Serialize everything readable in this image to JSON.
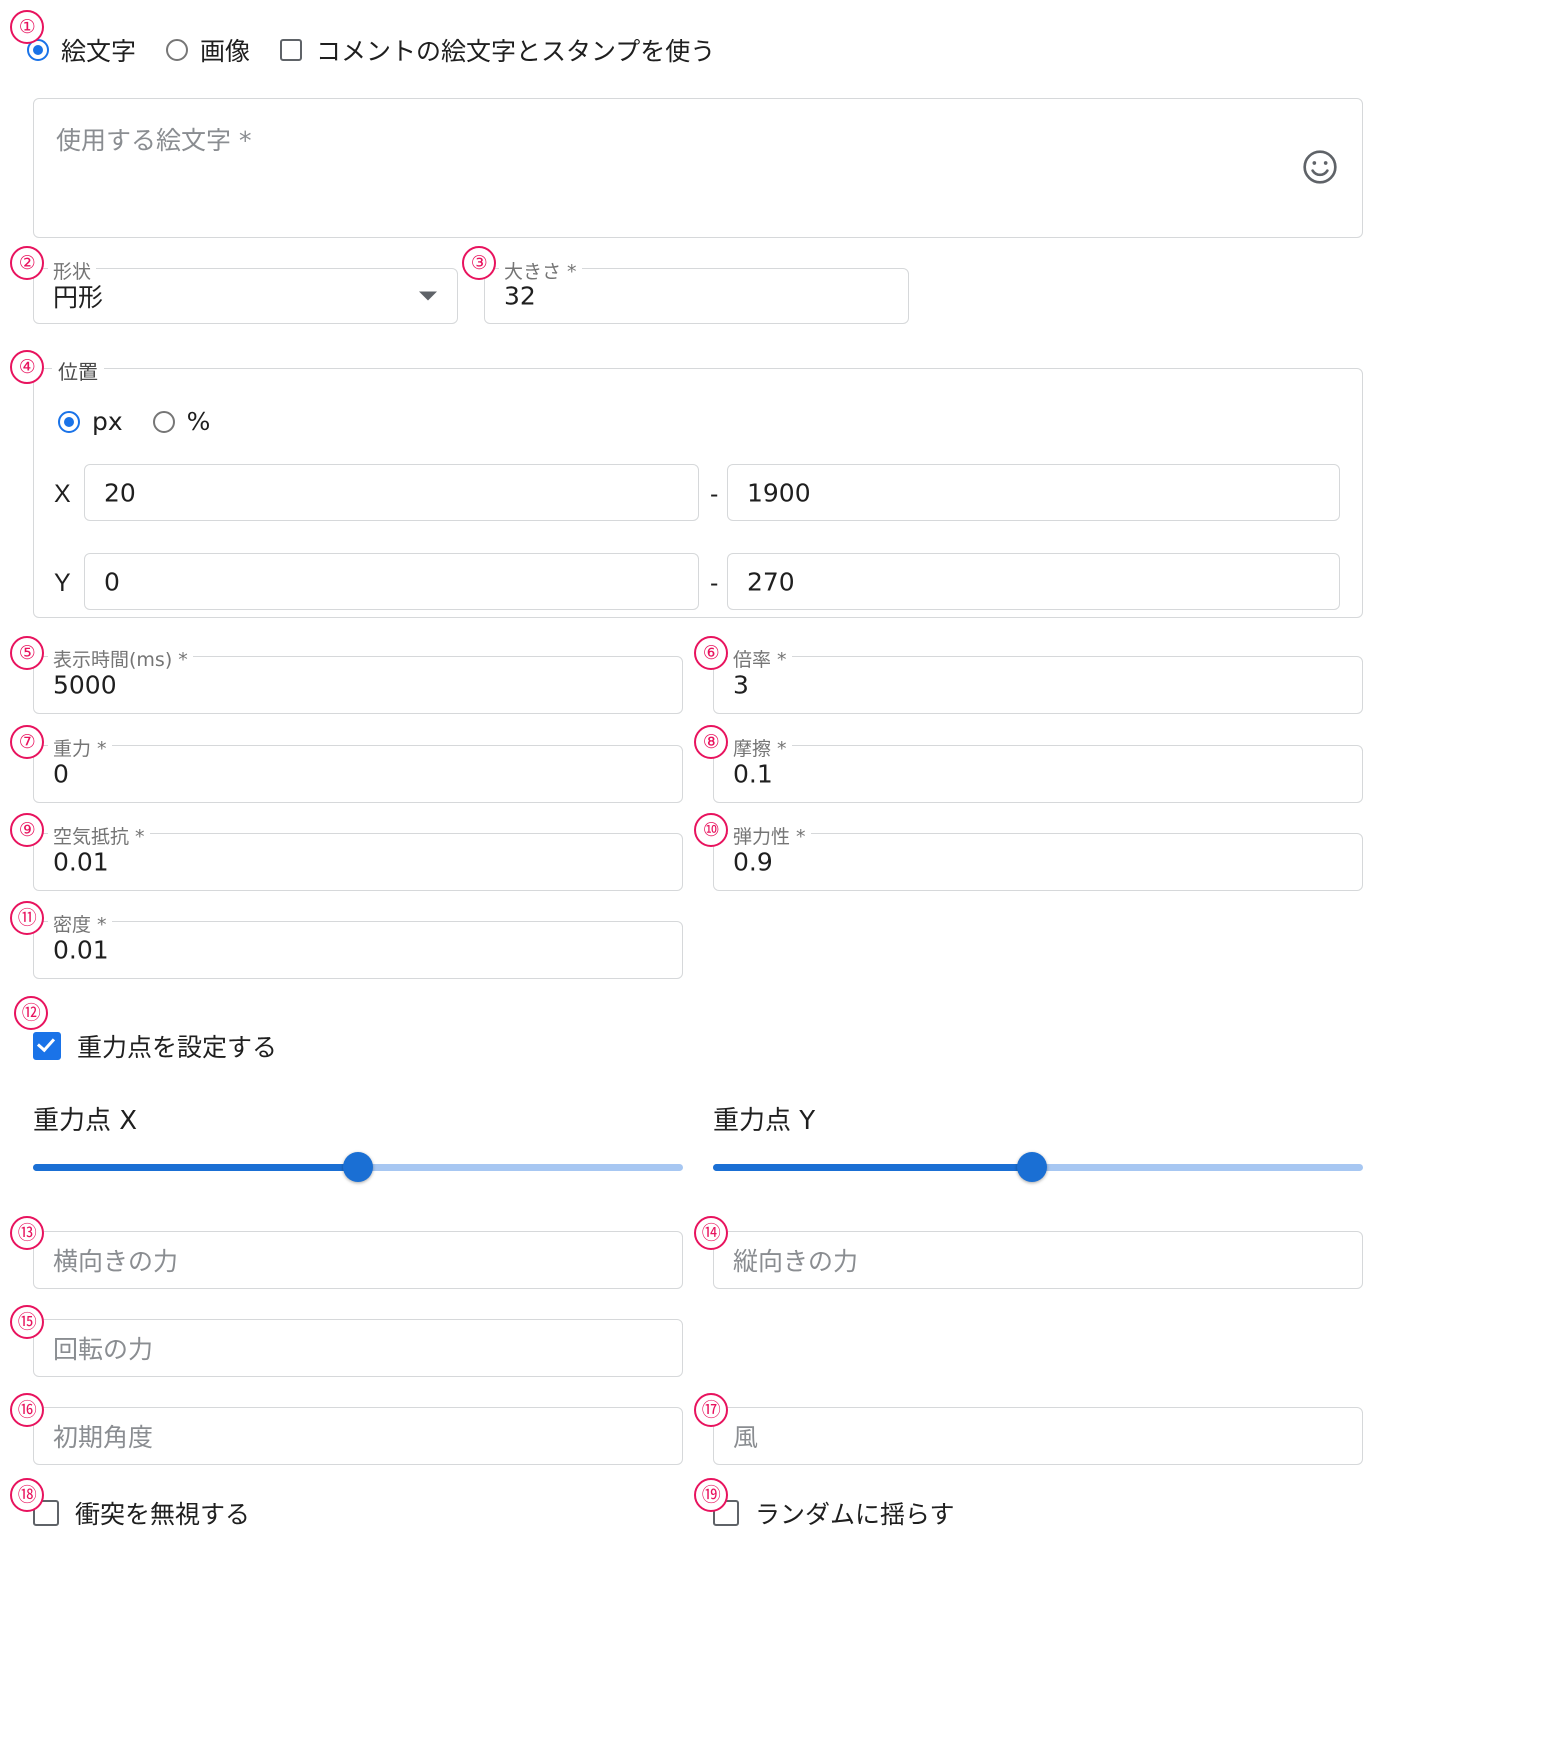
{
  "source_type": {
    "options": [
      {
        "label": "絵文字",
        "selected": true
      },
      {
        "label": "画像",
        "selected": false
      }
    ],
    "use_comment_emoji": {
      "label": "コメントの絵文字とスタンプを使う",
      "checked": false
    }
  },
  "emoji_input": {
    "placeholder": "使用する絵文字 *",
    "value": "",
    "emoji_picker_icon": "smiley-face-icon"
  },
  "shape": {
    "legend": "形状",
    "value": "円形",
    "caret_icon": "chevron-down-icon"
  },
  "size": {
    "legend": "大きさ *",
    "value": "32"
  },
  "position": {
    "legend": "位置",
    "unit_options": [
      {
        "label": "px",
        "selected": true
      },
      {
        "label": "%",
        "selected": false
      }
    ],
    "rows": [
      {
        "axis": "X",
        "min": "20",
        "separator": "-",
        "max": "1900"
      },
      {
        "axis": "Y",
        "min": "0",
        "separator": "-",
        "max": "270"
      }
    ]
  },
  "duration": {
    "legend": "表示時間(ms) *",
    "value": "5000"
  },
  "scale": {
    "legend": "倍率 *",
    "value": "3"
  },
  "gravity": {
    "legend": "重力 *",
    "value": "0"
  },
  "friction": {
    "legend": "摩擦 *",
    "value": "0.1"
  },
  "air_resistance": {
    "legend": "空気抵抗 *",
    "value": "0.01"
  },
  "restitution": {
    "legend": "弾力性 *",
    "value": "0.9"
  },
  "density": {
    "legend": "密度 *",
    "value": "0.01"
  },
  "gravity_point_toggle": {
    "label": "重力点を設定する",
    "checked": true
  },
  "gravity_point_x": {
    "label": "重力点 X",
    "percent": 50
  },
  "gravity_point_y": {
    "label": "重力点 Y",
    "percent": 49
  },
  "force_x": {
    "placeholder": "横向きの力",
    "value": ""
  },
  "force_y": {
    "placeholder": "縦向きの力",
    "value": ""
  },
  "force_rotate": {
    "placeholder": "回転の力",
    "value": ""
  },
  "initial_angle": {
    "placeholder": "初期角度",
    "value": ""
  },
  "wind": {
    "placeholder": "風",
    "value": ""
  },
  "ignore_collision": {
    "label": "衝突を無視する",
    "checked": false
  },
  "random_shake": {
    "label": "ランダムに揺らす",
    "checked": false
  },
  "annotations": [
    "①",
    "②",
    "③",
    "④",
    "⑤",
    "⑥",
    "⑦",
    "⑧",
    "⑨",
    "⑩",
    "⑪",
    "⑫",
    "⑬",
    "⑭",
    "⑮",
    "⑯",
    "⑰",
    "⑱",
    "⑲"
  ],
  "colors": {
    "accent": "#1a73e8",
    "slider": "#1a6fd4",
    "annotation": "#e8135e",
    "border": "#d6d8da"
  }
}
